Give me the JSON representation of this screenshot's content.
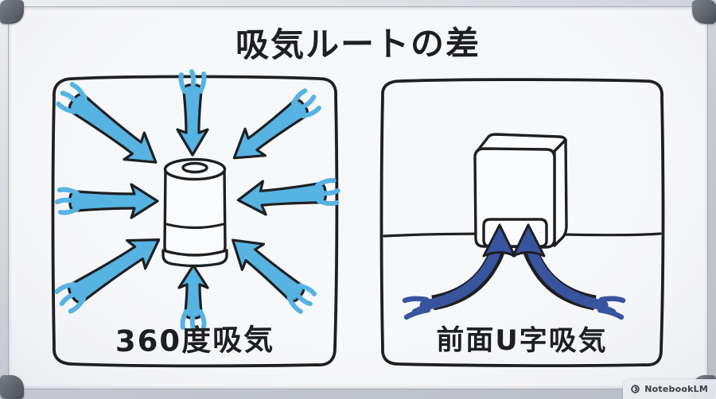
{
  "title": "吸気ルートの差",
  "panels": {
    "left": {
      "label": "360度吸気",
      "arrow_count": 8,
      "device": "cylinder-purifier"
    },
    "right": {
      "label": "前面U字吸気",
      "arrow_count": 2,
      "device": "front-slot-box-purifier"
    }
  },
  "watermark": {
    "label": "NotebookLM"
  },
  "colors": {
    "ink": "#1e1f22",
    "light_blue": "#56b3e2",
    "navy": "#39549f",
    "board": "#f3f4f7",
    "frame": "#c7cbd1"
  }
}
